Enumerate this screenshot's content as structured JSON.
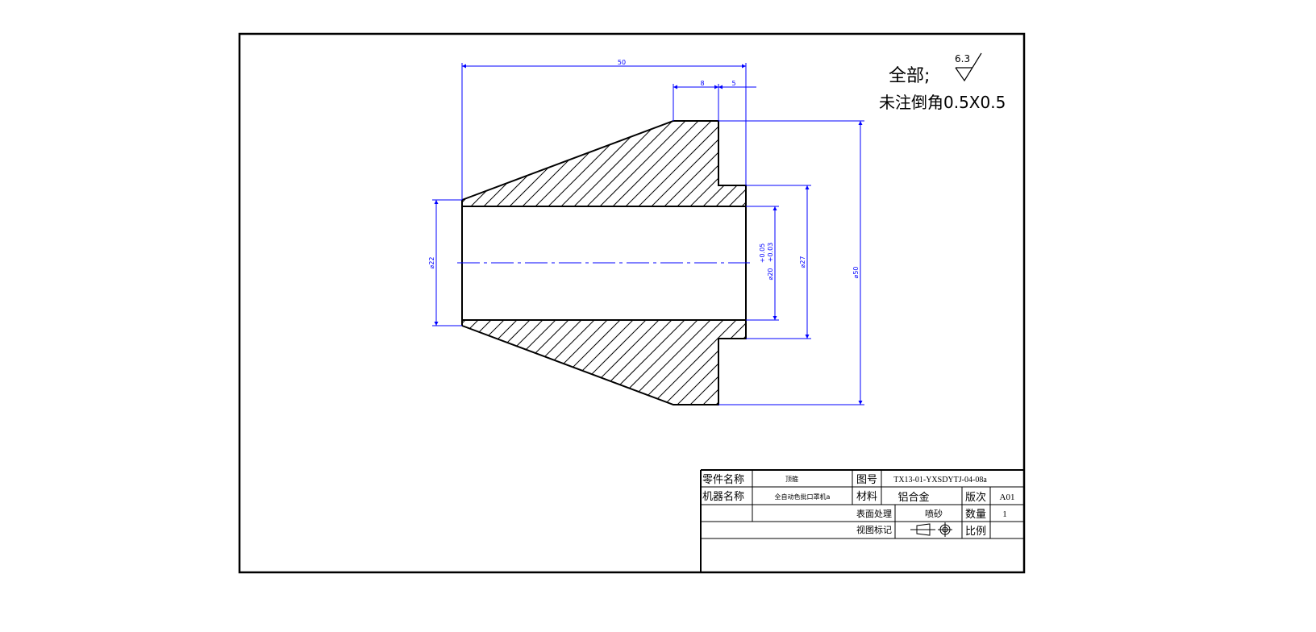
{
  "notes": {
    "surface_prefix": "全部;",
    "roughness_value": "6.3",
    "chamfer_note": "未注倒角0.5X0.5"
  },
  "dimensions": {
    "overall_length": "50",
    "shoulder_length": "8",
    "step_length": "5",
    "inner_diameter_left": "⌀22",
    "bore_diameter": "⌀20",
    "bore_tol_upper": "+0.05",
    "bore_tol_lower": "+0.03",
    "step_diameter": "⌀27",
    "outer_diameter": "⌀50"
  },
  "title_block": {
    "part_name_label": "零件名称",
    "part_name_value": "顶箍",
    "drawing_no_label": "图号",
    "drawing_no_value": "TX13-01-YXSDYTJ-04-08a",
    "machine_name_label": "机器名称",
    "machine_name_value": "全自动色批口罩机a",
    "material_label": "材料",
    "material_value": "铝合金",
    "revision_label": "版次",
    "revision_value": "A01",
    "surface_label": "表面处理",
    "surface_value": "喷砂",
    "quantity_label": "数量",
    "quantity_value": "1",
    "view_mark_label": "视图标记",
    "scale_label": "比例"
  },
  "colors": {
    "outline": "#000000",
    "dimension": "#0000ff"
  }
}
